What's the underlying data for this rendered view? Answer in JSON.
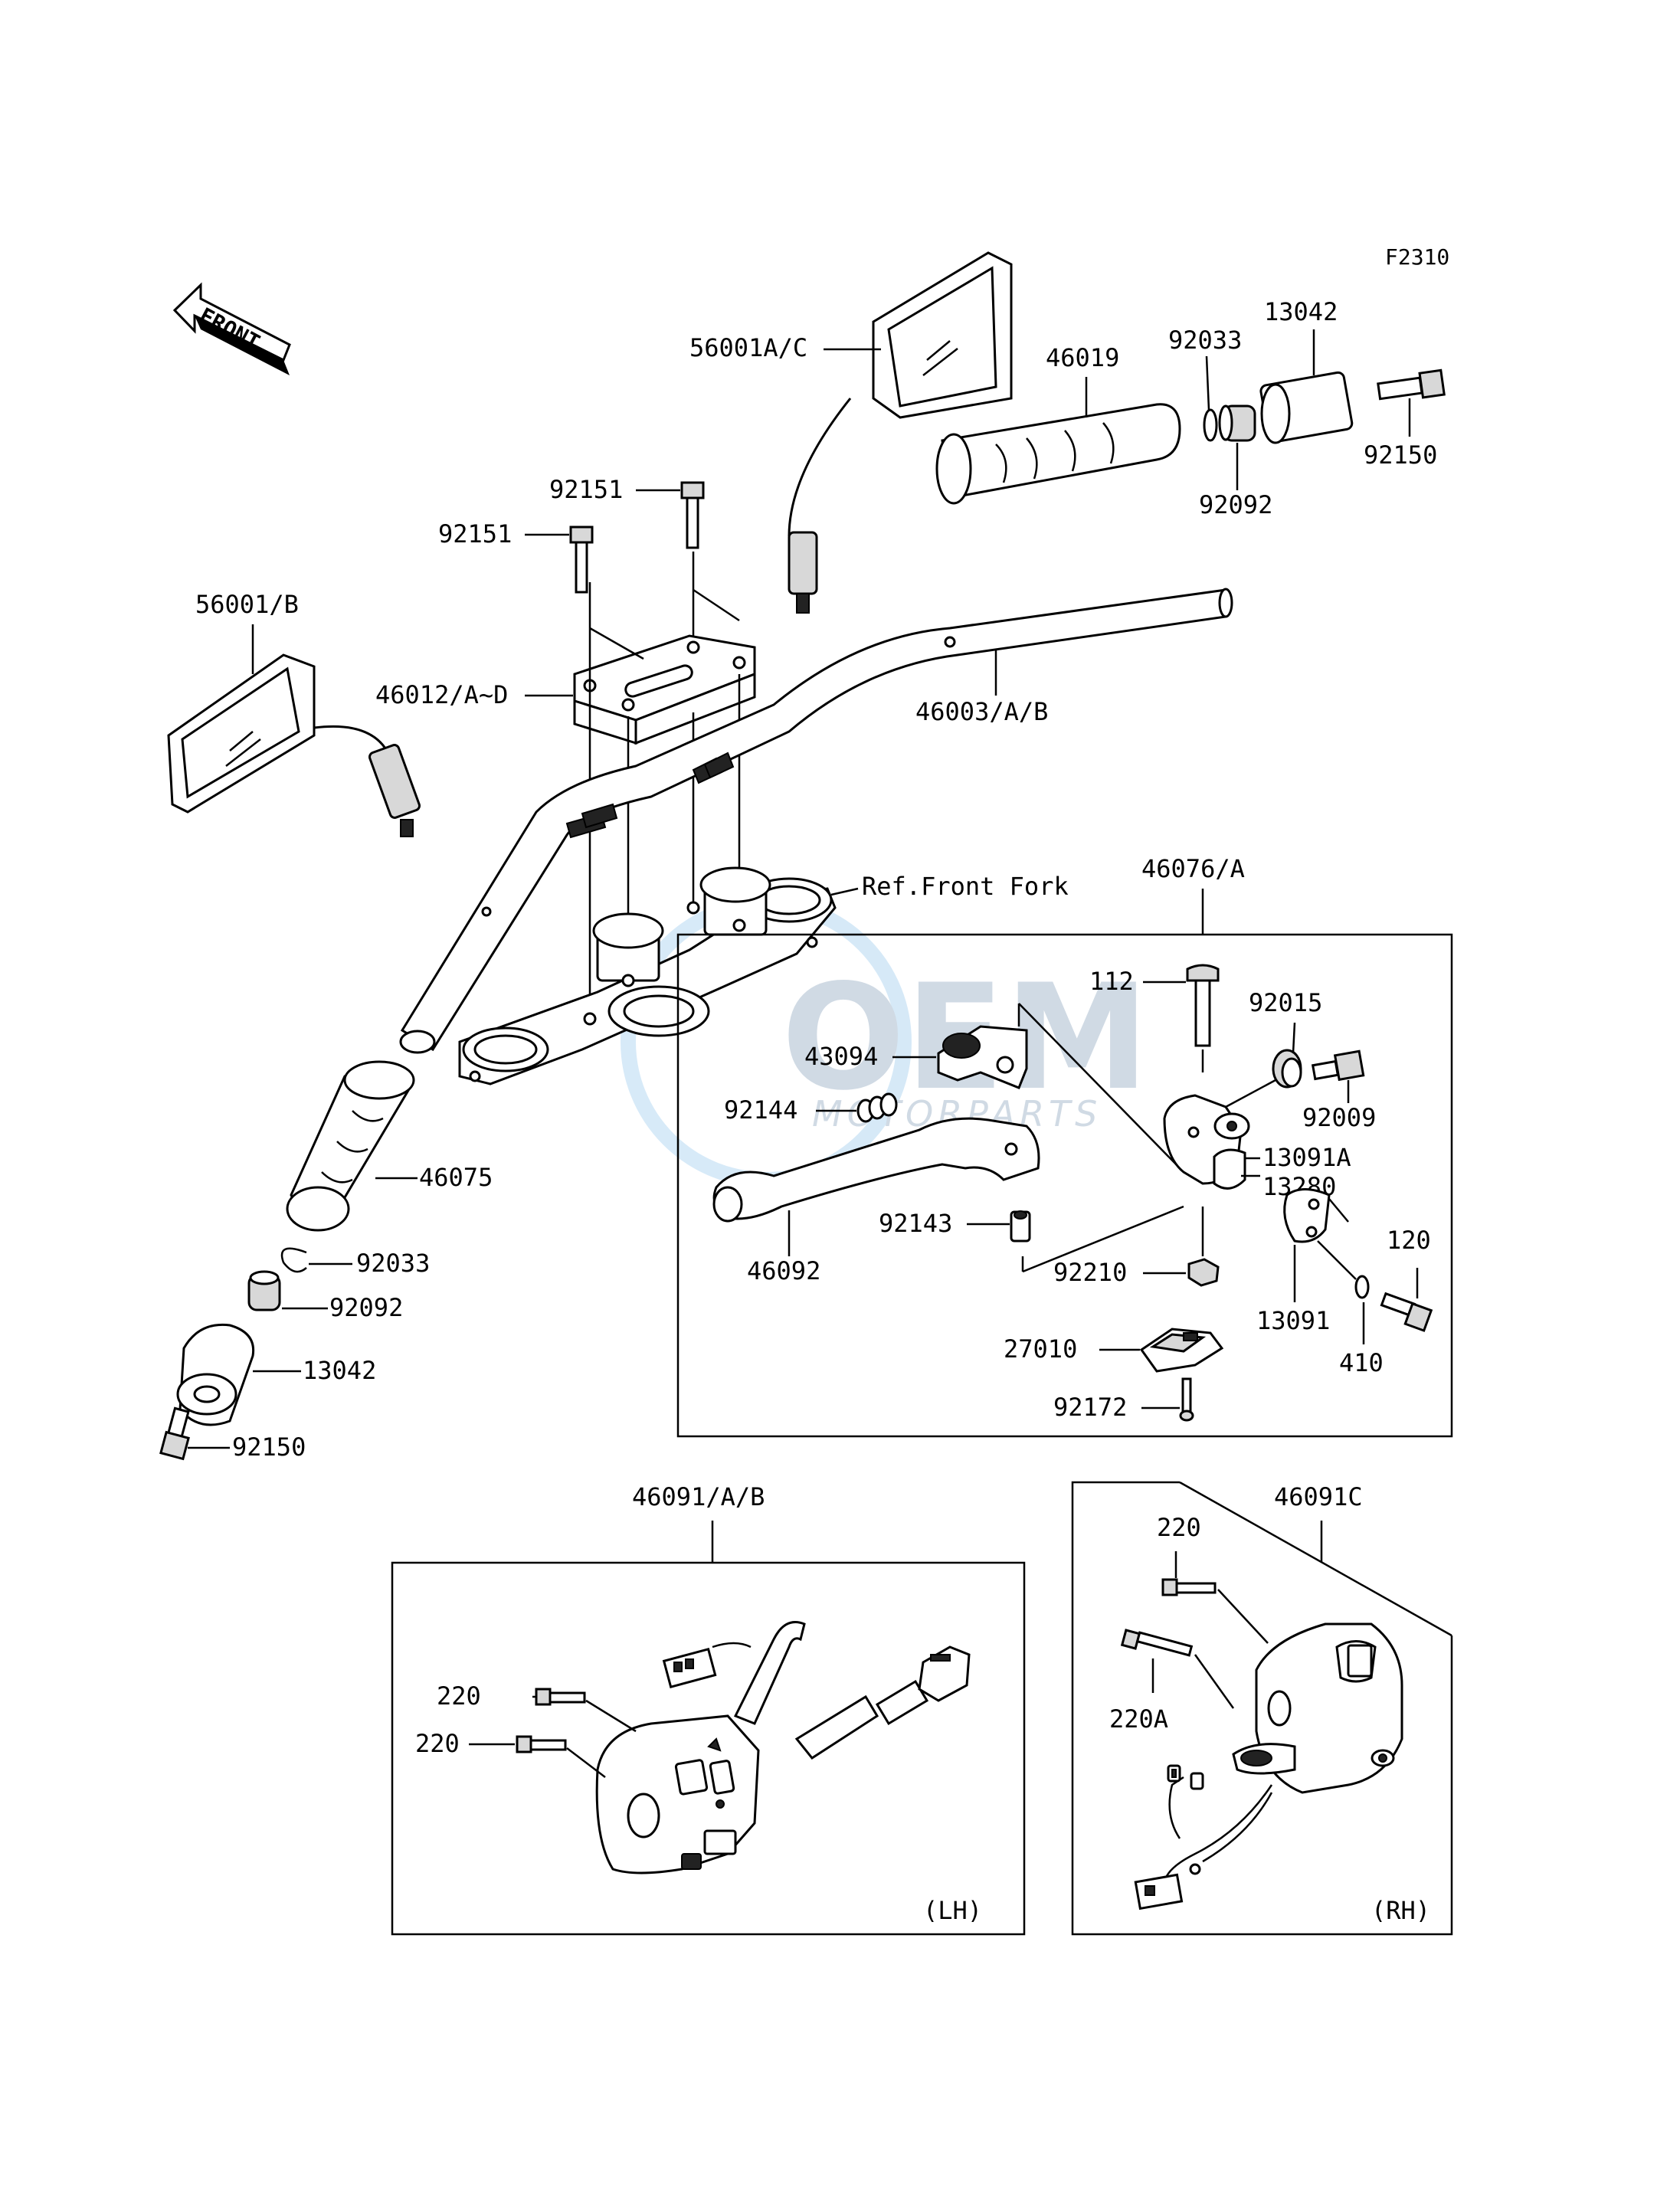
{
  "figure_code": "F2310",
  "front_arrow_label": "FRONT",
  "watermark": {
    "brand": "OEM",
    "sub": "MOTORPARTS"
  },
  "parts": {
    "p56001AC": "56001A/C",
    "p46019": "46019",
    "p92033_top": "92033",
    "p13042_top": "13042",
    "p92150_top": "92150",
    "p92092_top": "92092",
    "p92151_a": "92151",
    "p92151_b": "92151",
    "p56001B": "56001/B",
    "p46012": "46012/A~D",
    "p46003": "46003/A/B",
    "ref_front_fork": "Ref.Front Fork",
    "p46076": "46076/A",
    "p112": "112",
    "p92015": "92015",
    "p43094": "43094",
    "p92009": "92009",
    "p92144": "92144",
    "p13091A": "13091A",
    "p13280": "13280",
    "p46075": "46075",
    "p92143": "92143",
    "p120": "120",
    "p46092": "46092",
    "p92210": "92210",
    "p13091": "13091",
    "p92033_low": "92033",
    "p92092_low": "92092",
    "p27010": "27010",
    "p410": "410",
    "p13042_low": "13042",
    "p92172": "92172",
    "p92150_low": "92150",
    "p46091AB": "46091/A/B",
    "p46091C": "46091C",
    "p220_lh_a": "220",
    "p220_lh_b": "220",
    "p220_rh": "220",
    "p220A": "220A",
    "side_lh": "(LH)",
    "side_rh": "(RH)"
  }
}
